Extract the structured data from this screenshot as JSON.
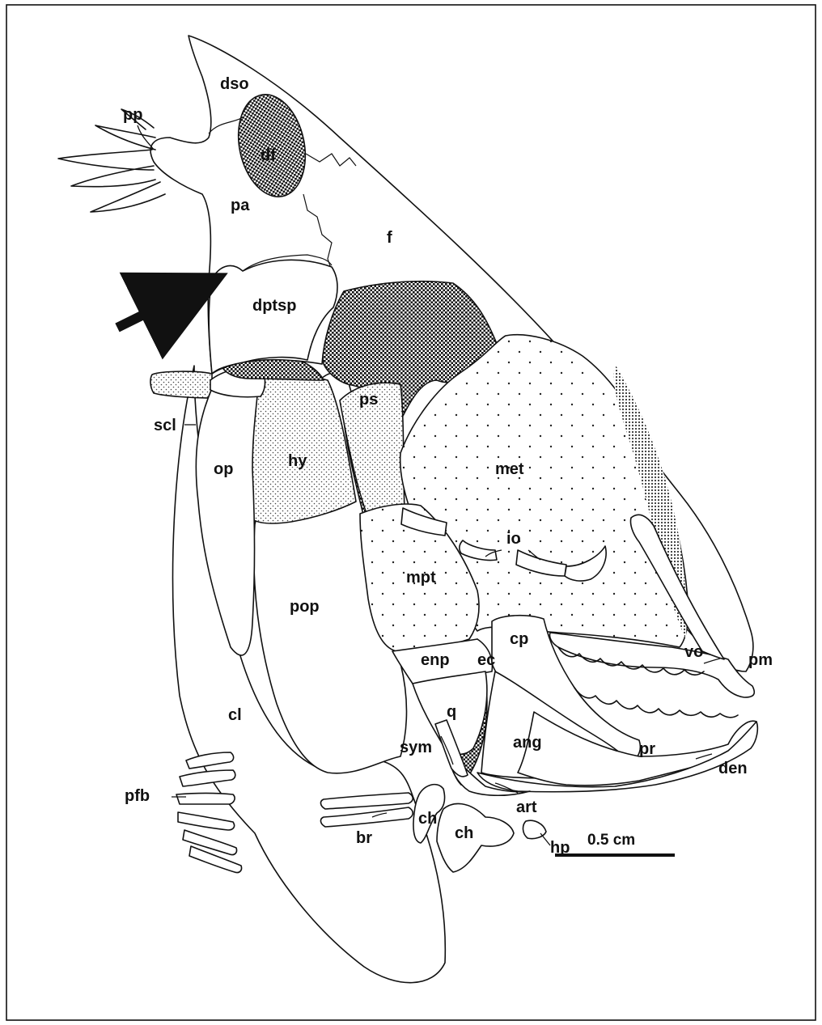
{
  "labels": {
    "pp": "pp",
    "dso": "dso",
    "df": "df",
    "pa": "pa",
    "f": "f",
    "dptsp": "dptsp",
    "ps": "ps",
    "scl": "scl",
    "op": "op",
    "hy": "hy",
    "met": "met",
    "io": "io",
    "mpt": "mpt",
    "pop": "pop",
    "cp": "cp",
    "enp": "enp",
    "ec": "ec",
    "vo": "vo",
    "pm": "pm",
    "q": "q",
    "cl": "cl",
    "ang": "ang",
    "pr": "pr",
    "sym": "sym",
    "den": "den",
    "pfb": "pfb",
    "art": "art",
    "br": "br",
    "ch1": "ch",
    "ch2": "ch",
    "hp": "hp"
  },
  "scale_bar": {
    "label": "0.5 cm"
  }
}
